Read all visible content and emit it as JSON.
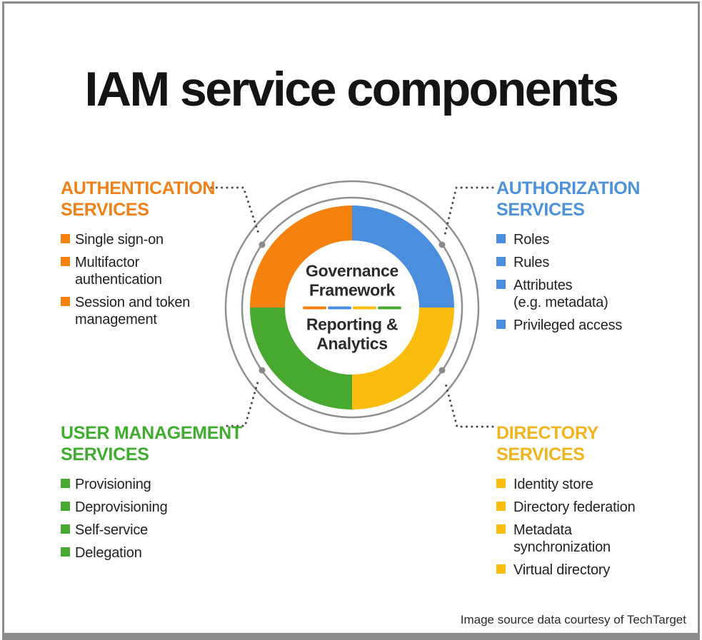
{
  "title": "IAM service components",
  "center": {
    "top_line1": "Governance",
    "top_line2": "Framework",
    "bottom_line1": "Reporting &",
    "bottom_line2": "Analytics"
  },
  "divider_segments": [
    "orange",
    "blue",
    "yellow",
    "green"
  ],
  "colors": {
    "orange": "#F5810E",
    "blue": "#4C8EDE",
    "green": "#47A930",
    "yellow": "#FABC0D",
    "heading_orange": "#F08119",
    "heading_blue": "#4D92DB",
    "heading_green": "#3FAE2E",
    "heading_yellow": "#F0B41E",
    "ring": "#909090",
    "dot": "#8A8A8A",
    "connector": "#4A4A4A",
    "text": "#222222",
    "border": "#8C8C8C"
  },
  "sections": [
    {
      "id": "authentication-services",
      "title_lines": [
        "AUTHENTICATION",
        "SERVICES"
      ],
      "color_key": "orange",
      "heading_key": "heading_orange",
      "items": [
        [
          "Single sign-on"
        ],
        [
          "Multifactor",
          "authentication"
        ],
        [
          "Session and token",
          "management"
        ]
      ]
    },
    {
      "id": "authorization-services",
      "title_lines": [
        "AUTHORIZATION",
        "SERVICES"
      ],
      "color_key": "blue",
      "heading_key": "heading_blue",
      "items": [
        [
          "Roles"
        ],
        [
          "Rules"
        ],
        [
          "Attributes",
          "(e.g. metadata)"
        ],
        [
          "Privileged access"
        ]
      ]
    },
    {
      "id": "user-management-services",
      "title_lines": [
        "USER MANAGEMENT",
        "SERVICES"
      ],
      "color_key": "green",
      "heading_key": "heading_green",
      "items": [
        [
          "Provisioning"
        ],
        [
          "Deprovisioning"
        ],
        [
          "Self-service"
        ],
        [
          "Delegation"
        ]
      ]
    },
    {
      "id": "directory-services",
      "title_lines": [
        "DIRECTORY",
        "SERVICES"
      ],
      "color_key": "yellow",
      "heading_key": "heading_yellow",
      "items": [
        [
          "Identity store"
        ],
        [
          "Directory federation"
        ],
        [
          "Metadata",
          "synchronization"
        ],
        [
          "Virtual directory"
        ]
      ]
    }
  ],
  "footer": "Image source data courtesy of TechTarget"
}
